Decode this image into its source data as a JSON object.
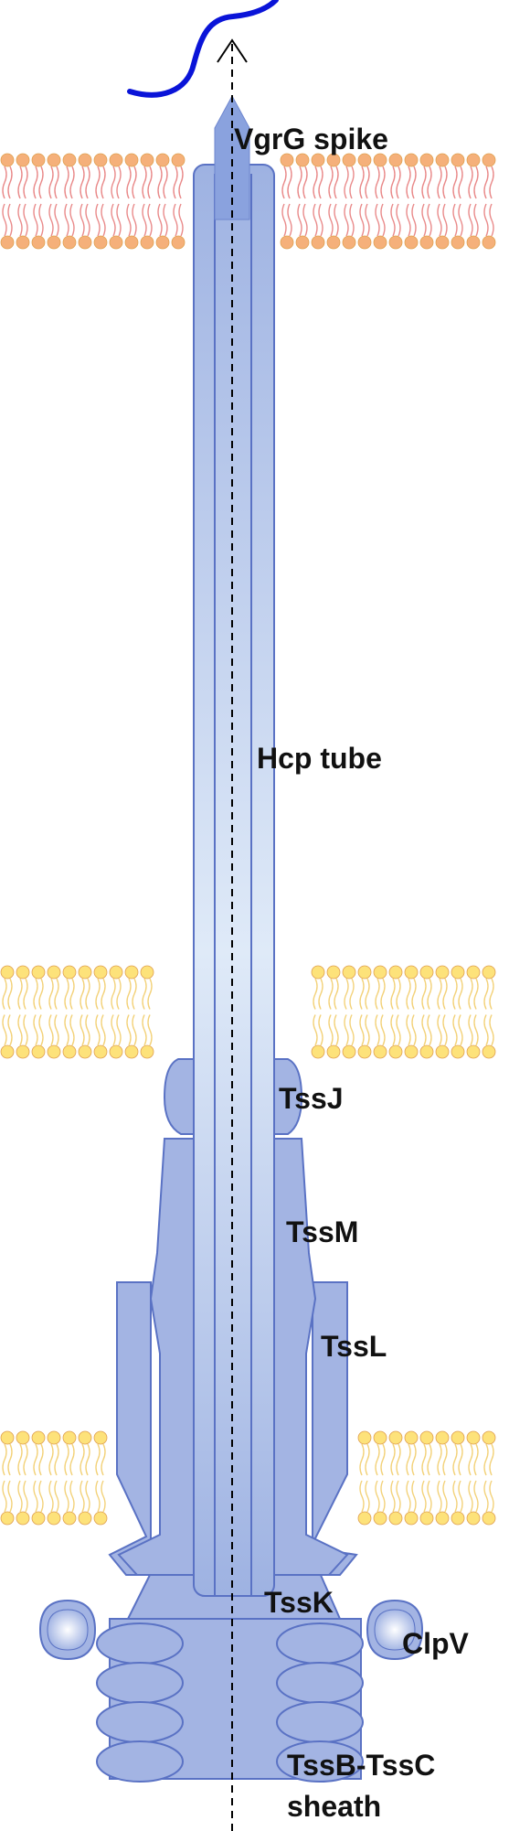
{
  "labels": {
    "vgrg": "VgrG spike",
    "hcp": "Hcp tube",
    "tssj": "TssJ",
    "tssm": "TssM",
    "tssl": "TssL",
    "tssk": "TssK",
    "clpv": "ClpV",
    "sheath_line1": "TssB-TssC",
    "sheath_line2": "sheath"
  },
  "colors": {
    "protein_fill": "#a3b4e3",
    "protein_stroke": "#5a72c4",
    "tube_light": "#dce8f7",
    "outer_membrane_head": "#f5b07a",
    "outer_membrane_tail": "#e98a8a",
    "inner_membrane_head": "#fde27a",
    "inner_membrane_tail": "#f3d27a",
    "effector_line": "#0a14d8",
    "axis_arrow": "#000000"
  }
}
